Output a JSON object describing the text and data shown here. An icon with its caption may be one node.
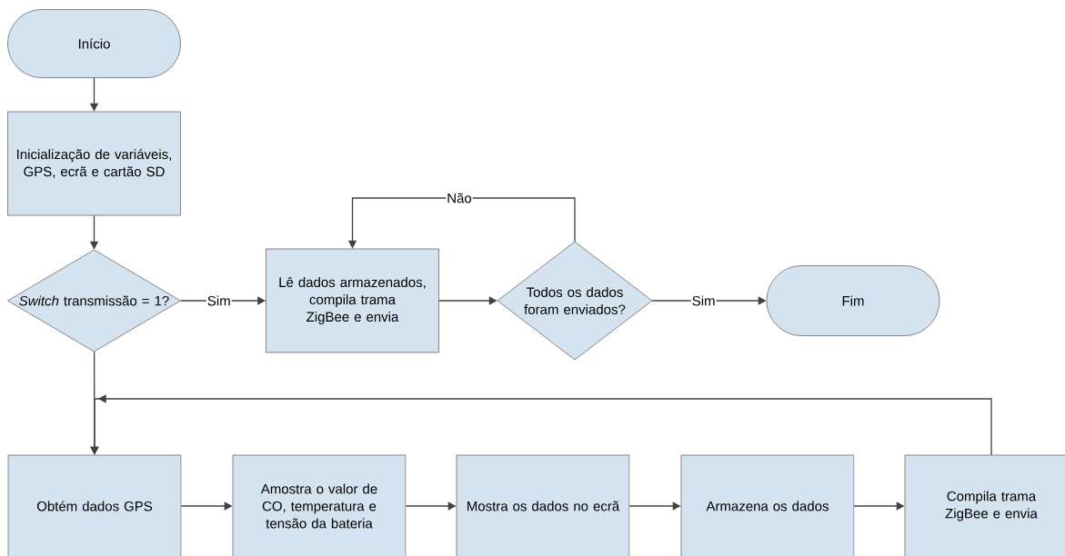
{
  "diagram": {
    "nodes": [
      {
        "text": [
          "Início"
        ]
      },
      {
        "text": [
          "Inicialização de variáveis, GPS, ecrã e cartão SD"
        ]
      },
      {
        "text": [
          "*Switch* transmissão = 1?"
        ]
      },
      {
        "text": [
          "Lê dados armazenados, compila trama ZigBee e envia"
        ]
      },
      {
        "text": [
          "Todos os dados foram enviados?"
        ]
      },
      {
        "text": [
          "Fim"
        ]
      },
      {
        "text": [
          "Obtém dados GPS"
        ]
      },
      {
        "text": [
          "Amostra o valor de CO, temperatura e tensão da bateria"
        ]
      },
      {
        "text": [
          "Mostra os dados no ecrã"
        ]
      },
      {
        "text": [
          "Armazena os dados"
        ]
      },
      {
        "text": [
          "Compila trama ZigBee e envia"
        ]
      }
    ],
    "edges": [
      {
        "from": 0,
        "to": 1,
        "arrow": "to"
      },
      {
        "from": 1,
        "to": 2,
        "arrow": "to"
      },
      {
        "from": 2,
        "to": 3,
        "arrow": "to",
        "label": "Sim"
      },
      {
        "from": 3,
        "to": 4,
        "arrow": "to"
      },
      {
        "from": 4,
        "to": 3,
        "arrow": "to",
        "label": "Não"
      },
      {
        "from": 4,
        "to": 5,
        "arrow": "to",
        "label": "Sim"
      },
      {
        "from": 2,
        "to": 6,
        "arrow": "to"
      },
      {
        "from": 6,
        "to": 7,
        "arrow": "to"
      },
      {
        "from": 7,
        "to": 8,
        "arrow": "to"
      },
      {
        "from": 8,
        "to": 9,
        "arrow": "to"
      },
      {
        "from": 9,
        "to": 10,
        "arrow": "to"
      },
      {
        "from": 10,
        "to": 6,
        "arrow": "to"
      }
    ]
  }
}
